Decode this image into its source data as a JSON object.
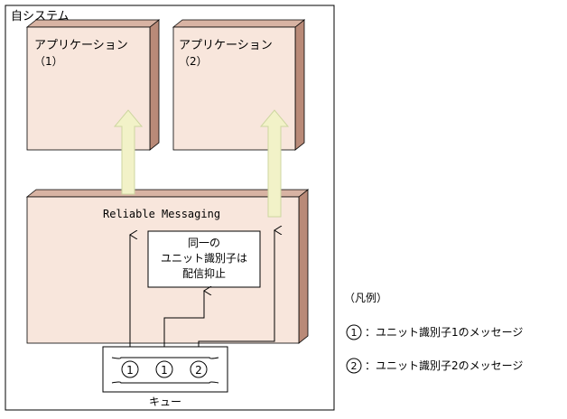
{
  "system": {
    "title": "自システム"
  },
  "apps": [
    {
      "name": "アプリケーション",
      "number": "（1）"
    },
    {
      "name": "アプリケーション",
      "number": "（2）"
    }
  ],
  "rm": {
    "label": "Reliable Messaging"
  },
  "suppression": {
    "lines": [
      "同一の",
      "ユニット識別子は",
      "配信抑止"
    ]
  },
  "queue": {
    "label": "キュー",
    "items": [
      "①",
      "①",
      "②"
    ]
  },
  "legend": {
    "title": "（凡例）",
    "items": [
      {
        "symbol": "①",
        "text": "：ユニット識別子1のメッセージ"
      },
      {
        "symbol": "②",
        "text": "：ユニット識別子2のメッセージ"
      }
    ]
  },
  "colors": {
    "box_face": "#f8e6dc",
    "box_side": "#b98a78",
    "up_arrow": "#f2f2c8",
    "up_arrow_stroke": "#cdd6a0"
  }
}
